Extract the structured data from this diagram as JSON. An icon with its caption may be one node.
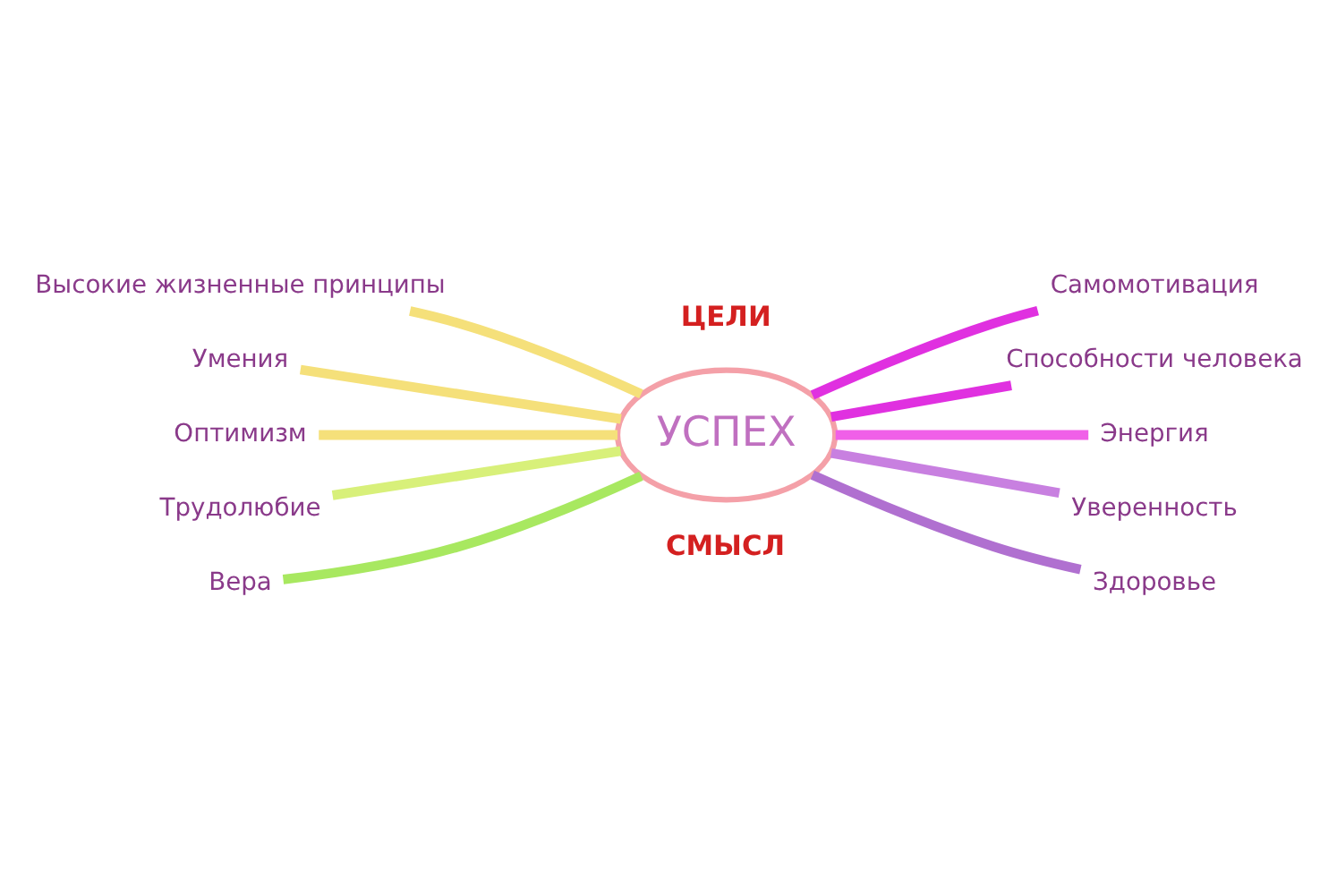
{
  "diagram": {
    "nodes": [
      {
        "text": [
          "УСПЕХ"
        ]
      },
      {
        "text": [
          "Высокие жизненные принципы"
        ]
      },
      {
        "text": [
          "Умения"
        ]
      },
      {
        "text": [
          "Оптимизм"
        ]
      },
      {
        "text": [
          "Трудолюбие"
        ]
      },
      {
        "text": [
          "Вера"
        ]
      },
      {
        "text": [
          "Самомотивация"
        ]
      },
      {
        "text": [
          "Способности человека"
        ]
      },
      {
        "text": [
          "Энергия"
        ]
      },
      {
        "text": [
          "Уверенность"
        ]
      },
      {
        "text": [
          "Здоровье"
        ]
      }
    ],
    "edges": [
      {
        "from": 0,
        "to": 1,
        "arrow": "none",
        "color": "#f5e07a"
      },
      {
        "from": 0,
        "to": 2,
        "arrow": "none",
        "color": "#f5e07a"
      },
      {
        "from": 0,
        "to": 3,
        "arrow": "none",
        "color": "#f5e07a"
      },
      {
        "from": 0,
        "to": 4,
        "arrow": "none",
        "color": "#d8f07a"
      },
      {
        "from": 0,
        "to": 5,
        "arrow": "none",
        "color": "#a8e860"
      },
      {
        "from": 0,
        "to": 6,
        "arrow": "none",
        "color": "#e030e0"
      },
      {
        "from": 0,
        "to": 7,
        "arrow": "none",
        "color": "#e030e0"
      },
      {
        "from": 0,
        "to": 8,
        "arrow": "none",
        "color": "#f060e8"
      },
      {
        "from": 0,
        "to": 9,
        "arrow": "none",
        "color": "#c880e0"
      },
      {
        "from": 0,
        "to": 10,
        "arrow": "none",
        "color": "#b070d0"
      }
    ],
    "labels": [
      "ЦЕЛИ",
      "СМЫСЛ"
    ]
  }
}
